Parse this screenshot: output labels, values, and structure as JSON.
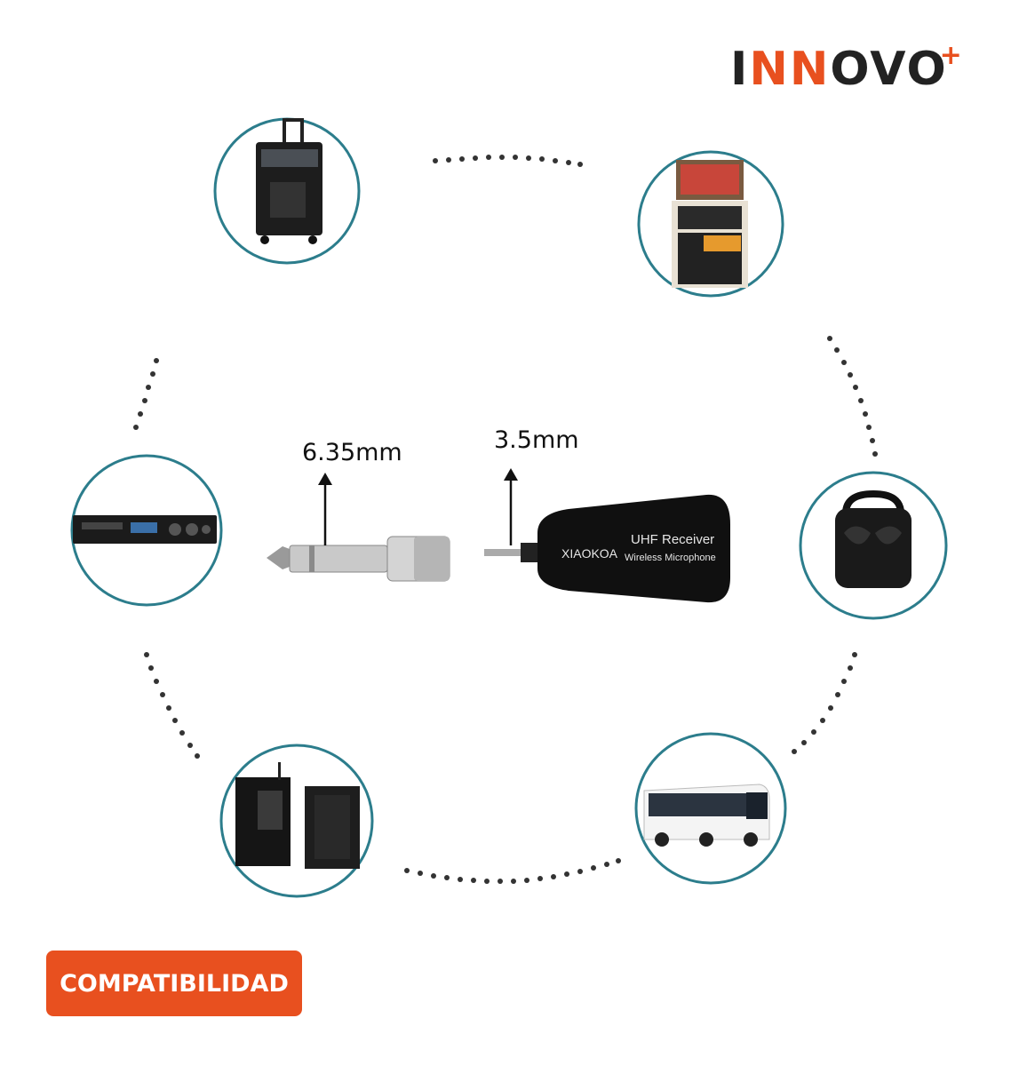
{
  "brand": {
    "prefix": "I",
    "highlight": "NN",
    "suffix": "OVO",
    "plus": "+"
  },
  "labels": {
    "jack_large": "6.35mm",
    "jack_small": "3.5mm"
  },
  "receiver": {
    "brand": "XIAOKOA",
    "model": "UHF Receiver",
    "subtitle": "Wireless Microphone"
  },
  "badge": {
    "text": "COMPATIBILIDAD"
  },
  "colors": {
    "accent": "#e8501f",
    "circle": "#2c7d8c",
    "dots": "#333333"
  },
  "devices": [
    {
      "icon": "trolley-speaker-icon"
    },
    {
      "icon": "karaoke-speaker-icon"
    },
    {
      "icon": "amplifier-icon"
    },
    {
      "icon": "portable-speaker-icon"
    },
    {
      "icon": "studio-speakers-icon"
    },
    {
      "icon": "bus-icon"
    }
  ]
}
